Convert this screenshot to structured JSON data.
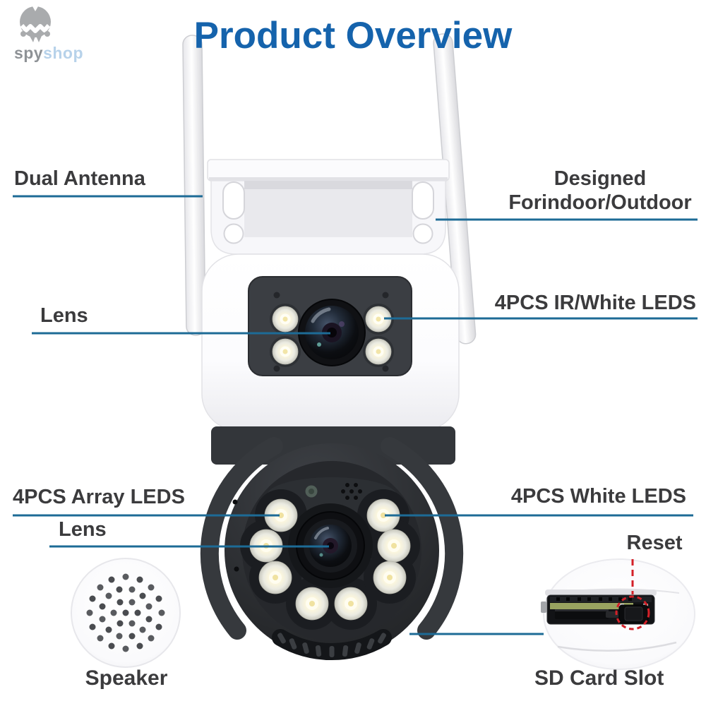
{
  "logo": {
    "icon": "spy-mascot-icon",
    "brand_primary": "spy",
    "brand_secondary": "shop"
  },
  "title": {
    "text": "Product Overview"
  },
  "callouts": {
    "dual_antenna": {
      "label": "Dual Antenna"
    },
    "designed": {
      "line1": "Designed",
      "line2": "Forindoor/Outdoor"
    },
    "lens_top": {
      "label": "Lens"
    },
    "ir_white_leds": {
      "label": "4PCS IR/White LEDS"
    },
    "array_leds": {
      "label": "4PCS Array LEDS"
    },
    "lens_bottom": {
      "label": "Lens"
    },
    "white_leds": {
      "label": "4PCS White LEDS"
    },
    "reset": {
      "label": "Reset"
    },
    "speaker": {
      "label": "Speaker"
    },
    "sd_card_slot": {
      "label": "SD Card Slot"
    }
  },
  "colors": {
    "title_blue": "#1563ac",
    "callout_line_blue": "#1d6b96",
    "reset_red": "#d42028",
    "label_text": "#3b3b3d"
  }
}
